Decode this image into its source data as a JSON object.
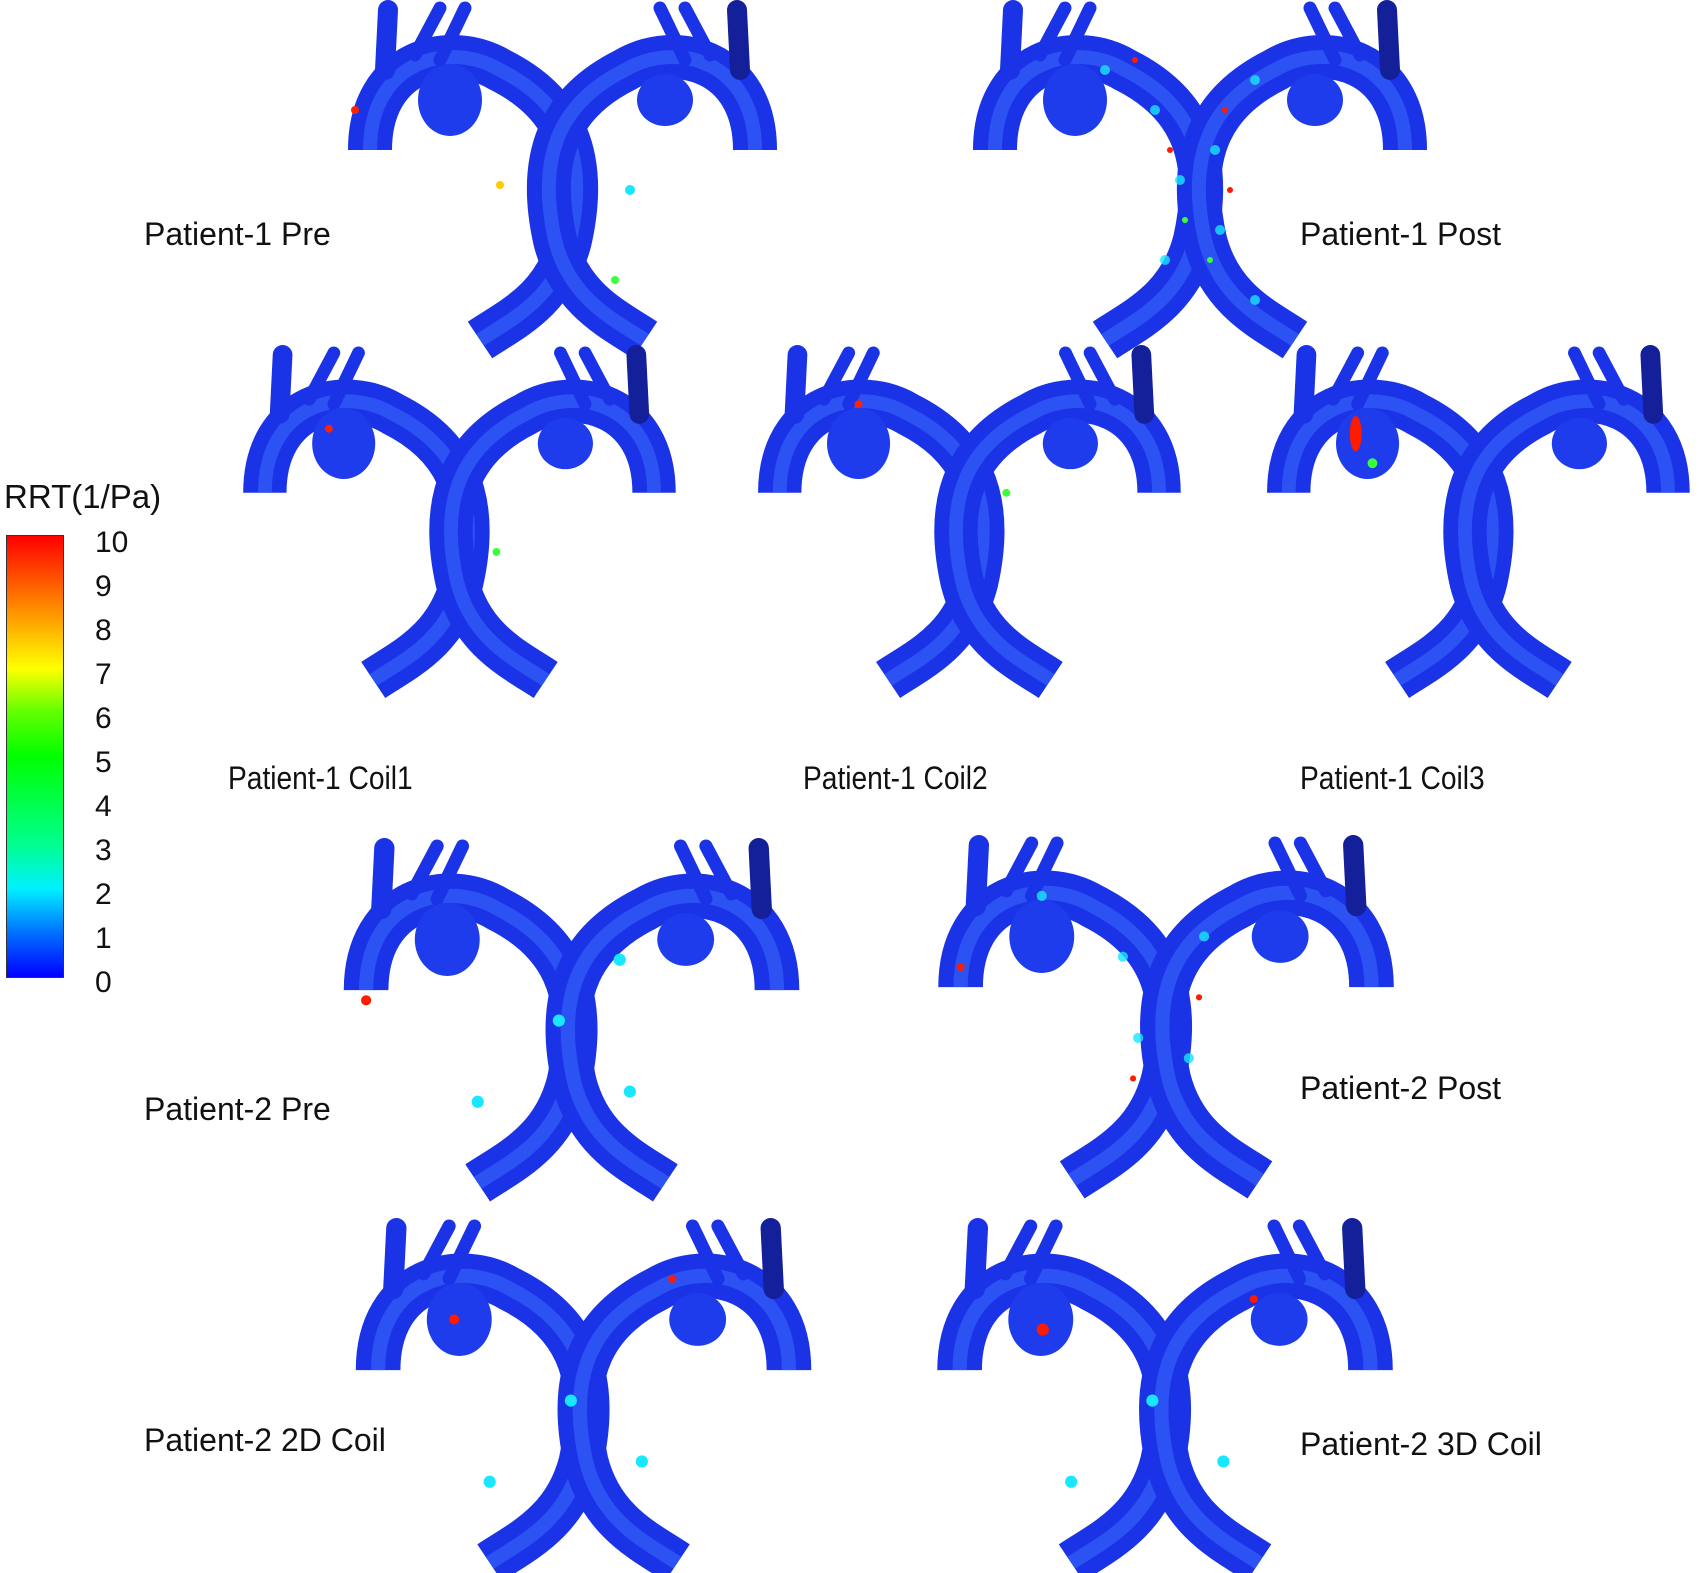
{
  "chart_data": {
    "type": "heatmap",
    "title": "",
    "description": "Relative residence time (RRT) contour maps on aortic wall models, two views (anterior/posterior) per case",
    "colorbar": {
      "label": "RRT(1/Pa)",
      "min": 0,
      "max": 10,
      "ticks": [
        "10",
        "9",
        "8",
        "7",
        "6",
        "5",
        "4",
        "3",
        "2",
        "1",
        "0"
      ],
      "colormap": [
        "#0000ff",
        "#0070ff",
        "#00f0ff",
        "#00ff80",
        "#00ff00",
        "#90ff00",
        "#ffff00",
        "#ffa000",
        "#ff5000",
        "#ff0000"
      ]
    },
    "panels": [
      {
        "id": "p1-pre",
        "label": "Patient-1 Pre",
        "views": 2,
        "hotspot_level": "low"
      },
      {
        "id": "p1-post",
        "label": "Patient-1 Post",
        "views": 2,
        "hotspot_level": "high"
      },
      {
        "id": "p1-coil1",
        "label": "Patient-1   Coil1",
        "views": 2,
        "hotspot_level": "low"
      },
      {
        "id": "p1-coil2",
        "label": "Patient-1   Coil2",
        "views": 2,
        "hotspot_level": "low"
      },
      {
        "id": "p1-coil3",
        "label": "Patient-1  Coil3",
        "views": 2,
        "hotspot_level": "medium"
      },
      {
        "id": "p2-pre",
        "label": "Patient-2 Pre",
        "views": 2,
        "hotspot_level": "medium"
      },
      {
        "id": "p2-post",
        "label": "Patient-2 Post",
        "views": 2,
        "hotspot_level": "high"
      },
      {
        "id": "p2-2d",
        "label": "Patient-2 2D Coil",
        "views": 2,
        "hotspot_level": "medium"
      },
      {
        "id": "p2-3d",
        "label": "Patient-2 3D Coil",
        "views": 2,
        "hotspot_level": "medium"
      }
    ]
  },
  "legend": {
    "title": "RRT(1/Pa)",
    "ticks": [
      "10",
      "9",
      "8",
      "7",
      "6",
      "5",
      "4",
      "3",
      "2",
      "1",
      "0"
    ]
  },
  "labels": {
    "p1_pre": "Patient-1 Pre",
    "p1_post": "Patient-1 Post",
    "p1_coil1": "Patient-1   Coil1",
    "p1_coil2": "Patient-1   Coil2",
    "p1_coil3": "Patient-1  Coil3",
    "p2_pre": "Patient-2 Pre",
    "p2_post": "Patient-2 Post",
    "p2_2d": "Patient-2 2D Coil",
    "p2_3d": "Patient-2 3D Coil"
  },
  "colors": {
    "wall_base": "#1a2fe8",
    "wall_highlight": "#3a7bff",
    "hot_cyan": "#19e6ff",
    "hot_green": "#38ff3a",
    "hot_yellow": "#ffee00",
    "hot_red": "#ff1a00"
  }
}
